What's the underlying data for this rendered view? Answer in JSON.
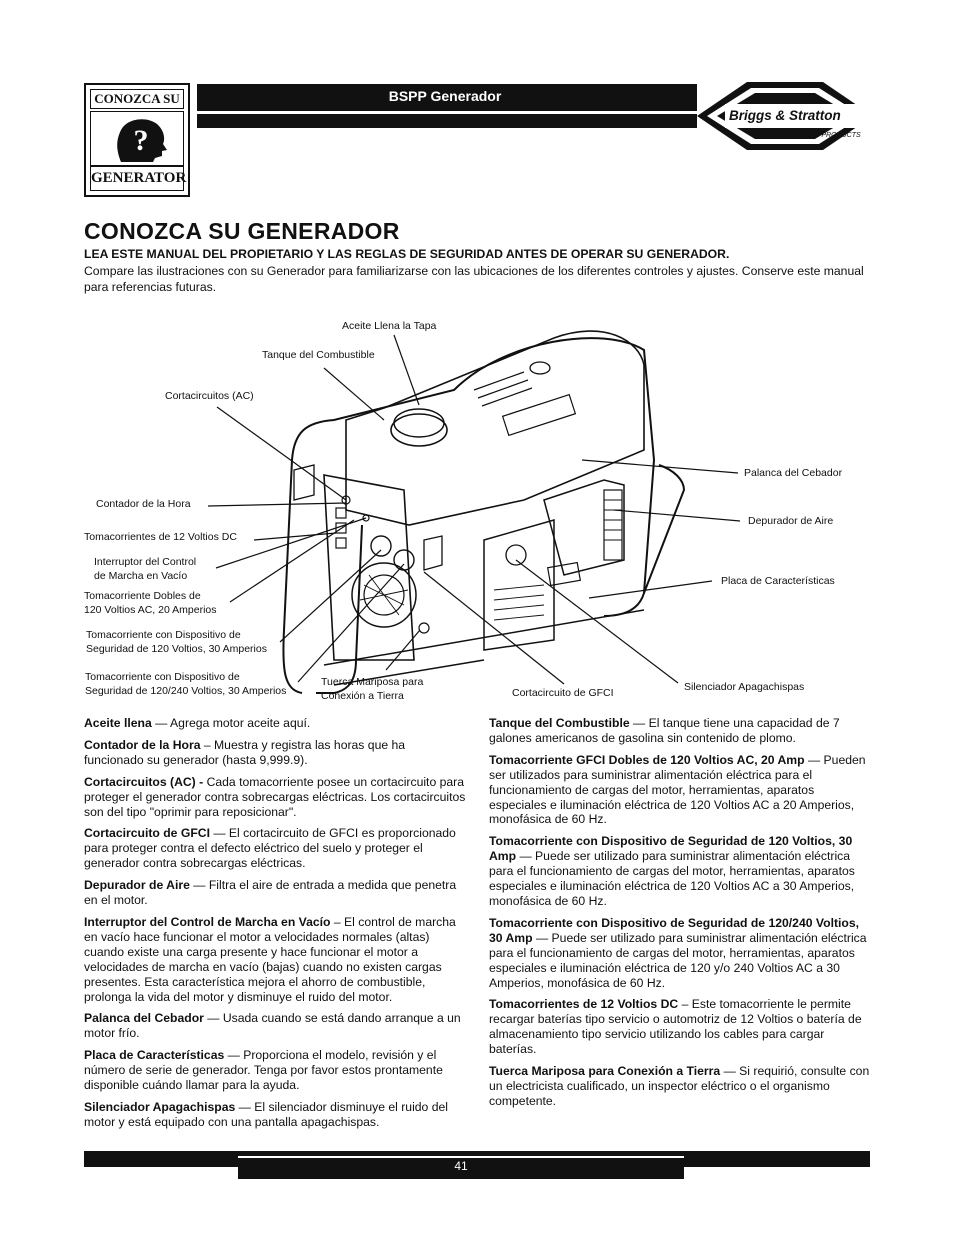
{
  "header": {
    "logo_top": "CONOZCA SU",
    "logo_bottom": "GENERATOR",
    "band_title": "BSPP Generador",
    "brand_name": "Briggs & Stratton",
    "brand_sub": "POWER PRODUCTS"
  },
  "title": "CONOZCA SU GENERADOR",
  "subhead": "LEA ESTE MANUAL DEL PROPIETARIO Y LAS REGLAS DE SEGURIDAD ANTES DE OPERAR SU GENERADOR.",
  "intro": "Compare las ilustraciones con su Generador para familiarizarse con las ubicaciones de los diferentes controles y ajustes. Conserve este manual para referencias futuras.",
  "callouts": {
    "aceite": "Aceite Llena la Tapa",
    "tanque": "Tanque del Combustible",
    "cortacircuitos_ac": "Cortacircuitos (AC)",
    "contador": "Contador de la Hora",
    "tomas_12v": "Tomacorrientes de 12 Voltios DC",
    "interruptor_1": "Interruptor del Control",
    "interruptor_2": "de Marcha en Vacío",
    "dobles_1": "Tomacorriente Dobles de",
    "dobles_2": "120 Voltios AC, 20 Amperios",
    "seg120_1": "Tomacorriente con Dispositivo de",
    "seg120_2": "Seguridad de 120 Voltios, 30 Amperios",
    "seg240_1": "Tomacorriente con Dispositivo de",
    "seg240_2": "Seguridad de 120/240 Voltios, 30 Amperios",
    "tuerca_1": "Tuerca Mariposa para",
    "tuerca_2": "Conexión a Tierra",
    "gfci": "Cortacircuito de GFCI",
    "silenciador": "Silenciador Apagachispas",
    "placa": "Placa de Características",
    "depurador": "Depurador de Aire",
    "palanca": "Palanca del Cebador"
  },
  "left_col": [
    {
      "term": "Aceite llena",
      "text": " — Agrega motor aceite aquí."
    },
    {
      "term": "Contador de la Hora",
      "text": " – Muestra y registra las horas que ha funcionado su generador (hasta 9,999.9)."
    },
    {
      "term": "Cortacircuitos (AC) -",
      "text": " Cada tomacorriente posee un cortacircuito para proteger el generador contra sobrecargas eléctricas. Los cortacircuitos son del tipo \"oprimir para reposicionar\"."
    },
    {
      "term": "Cortacircuito de GFCI",
      "text": " — El cortacircuito de GFCI es proporcionado para proteger contra el defecto eléctrico del suelo y proteger el generador contra sobrecargas eléctricas."
    },
    {
      "term": "Depurador de Aire",
      "text": " — Filtra el aire de entrada a medida que penetra en el motor."
    },
    {
      "term": "Interruptor del Control de Marcha en Vacío",
      "text": " – El control de marcha en vacío hace funcionar el motor a velocidades normales (altas) cuando existe una carga presente y hace funcionar el motor a velocidades de marcha en vacío (bajas) cuando no existen cargas presentes. Esta característica mejora el ahorro de combustible, prolonga la vida del motor y disminuye el ruido del motor."
    },
    {
      "term": "Palanca del Cebador",
      "text": " — Usada cuando se está dando arranque a un motor frío."
    },
    {
      "term": "Placa de Características",
      "text": " — Proporciona el modelo, revisión y el número de serie de generador. Tenga por favor estos prontamente disponible cuándo llamar para la ayuda."
    },
    {
      "term": "Silenciador Apagachispas",
      "text": " — El silenciador disminuye el ruido del motor y está equipado con una pantalla apagachispas."
    }
  ],
  "right_col": [
    {
      "term": "Tanque del Combustible",
      "text": " — El tanque tiene una capacidad de 7 galones americanos de gasolina sin contenido de plomo."
    },
    {
      "term": "Tomacorriente GFCI Dobles de 120 Voltios AC, 20 Amp",
      "text": " — Pueden ser utilizados para suministrar alimentación eléctrica para el funcionamiento de cargas del motor, herramientas, aparatos especiales e iluminación eléctrica de 120 Voltios AC a 20 Amperios, monofásica de 60 Hz."
    },
    {
      "term": "Tomacorriente con Dispositivo de Seguridad de 120 Voltios, 30 Amp",
      "text": " — Puede ser utilizado para suministrar alimentación eléctrica para el funcionamiento de cargas del motor, herramientas, aparatos especiales e iluminación eléctrica de 120 Voltios AC a 30 Amperios, monofásica de 60 Hz."
    },
    {
      "term": "Tomacorriente con Dispositivo de Seguridad de 120/240 Voltios, 30 Amp",
      "text": " — Puede ser utilizado para suministrar alimentación eléctrica para el funcionamiento de cargas del motor, herramientas, aparatos especiales e iluminación eléctrica de 120 y/o 240 Voltios AC a 30 Amperios, monofásica de 60 Hz."
    },
    {
      "term": "Tomacorrientes de 12 Voltios DC",
      "text": " – Este tomacorriente le permite recargar baterías tipo servicio o automotriz de 12 Voltios o batería de almacenamiento tipo servicio utilizando los cables para cargar baterías."
    },
    {
      "term": "Tuerca Mariposa para Conexión a Tierra",
      "text": " — Si requirió, consulte con un electricista cualificado, un inspector eléctrico o el organismo competente."
    }
  ],
  "page_number": "41"
}
